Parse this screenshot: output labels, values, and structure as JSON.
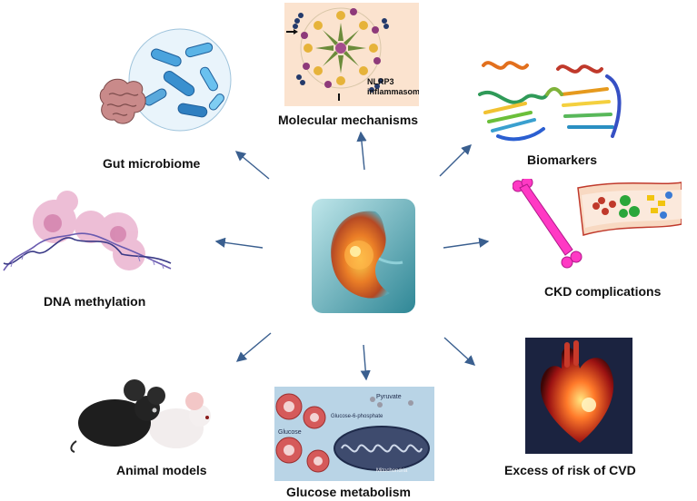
{
  "diagram": {
    "nodes": [
      {
        "id": "molecular",
        "label": "Molecular mechanisms",
        "inset_lines": [
          "NLRP3",
          "inflammasome"
        ],
        "icon": "inflammasome-illustration"
      },
      {
        "id": "gut",
        "label": "Gut microbiome",
        "icon": "bacteria-and-intestine"
      },
      {
        "id": "biomarkers",
        "label": "Biomarkers",
        "icon": "protein-ribbon-structure"
      },
      {
        "id": "dna",
        "label": "DNA methylation",
        "icon": "dna-helix-with-nucleosomes"
      },
      {
        "id": "ckd",
        "label": "CKD complications",
        "icon": "bone-and-blood-vessel"
      },
      {
        "id": "animal",
        "label": "Animal models",
        "icon": "mice"
      },
      {
        "id": "cvd",
        "label": "Excess of risk of CVD",
        "icon": "glowing-heart"
      },
      {
        "id": "glucose",
        "label": "Glucose metabolism",
        "inset_lines": [
          "Pyruvate",
          "Glucose-6-phosphate",
          "Glucose",
          "Mitochondria"
        ],
        "icon": "mitochondrion-illustration"
      }
    ],
    "center": {
      "icon": "kidney-illustration"
    },
    "colors": {
      "arrow": "#3a5f8f",
      "text": "#111111"
    }
  }
}
